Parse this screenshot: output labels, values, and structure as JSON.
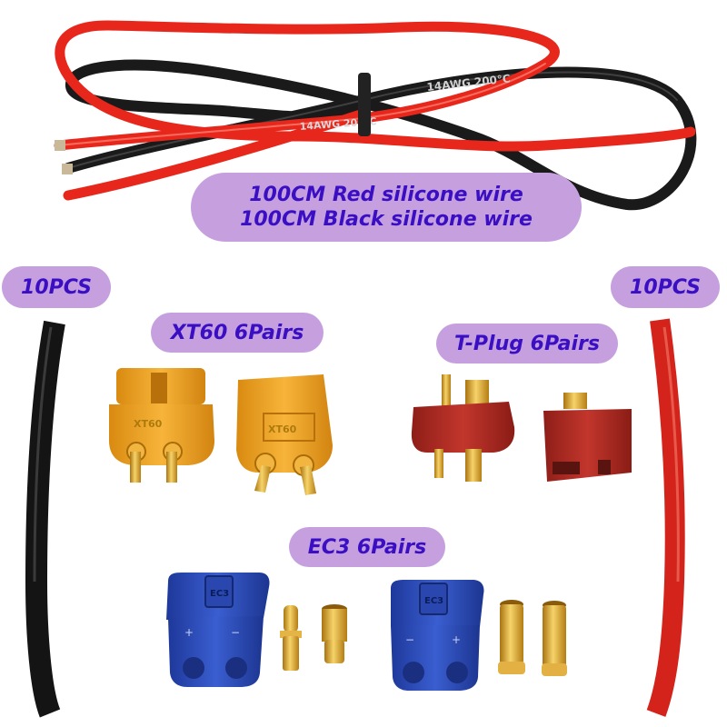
{
  "labels": {
    "wire_line1": "100CM Red silicone wire",
    "wire_line2": "100CM Black silicone wire",
    "tube_left": "10PCS",
    "tube_right": "10PCS",
    "xt60": "XT60 6Pairs",
    "tplug": "T-Plug 6Pairs",
    "ec3": "EC3 6Pairs"
  },
  "printed_marks": {
    "wire_print": "14AWG 200°C",
    "xt60_body": "XT60",
    "ec3_body": "EC3"
  },
  "colors": {
    "label_fill": "#c6a0de",
    "label_text": "#3a0fc4",
    "red_wire": "#e8271c",
    "black_wire": "#1a1a1a",
    "xt60_yellow": "#f0a420",
    "tplug_red": "#b12a22",
    "ec3_blue": "#2a49b8",
    "gold": "#d9a21e"
  }
}
